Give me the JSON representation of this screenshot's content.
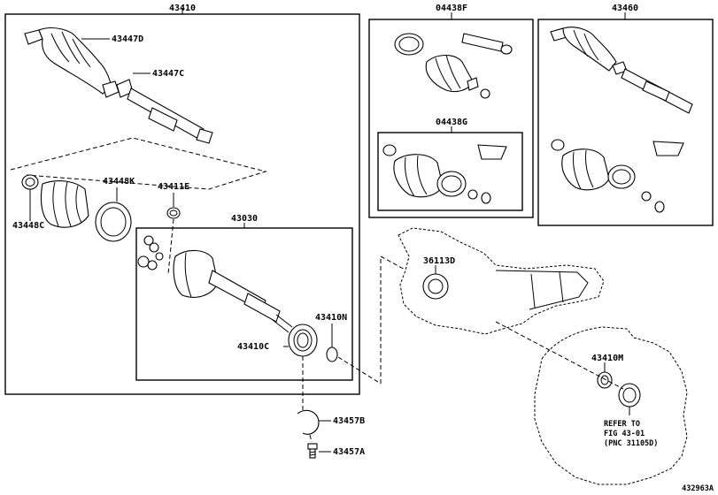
{
  "diagram": {
    "frames": {
      "main_assembly": "43410",
      "boot_kit_outer": "04438F",
      "boot_kit_inner": "04438G",
      "other_side_assembly": "43460",
      "inboard_joint": "43030"
    },
    "callouts": {
      "outboard_boot": "43447D",
      "outboard_clamp": "43447C",
      "inboard_boot": "43448K",
      "boot_clamp": "43448C",
      "snap_ring": "43411E",
      "dust_deflector": "43410N",
      "bearing": "43410C",
      "oil_seal": "36113D",
      "bracket_seal": "43410M",
      "bearing_bracket": "43457B",
      "bolt": "43457A"
    },
    "refer_note": [
      "REFER TO",
      "FIG 43-01",
      "(PNC 31105D)"
    ],
    "drawing_number": "432963A"
  }
}
